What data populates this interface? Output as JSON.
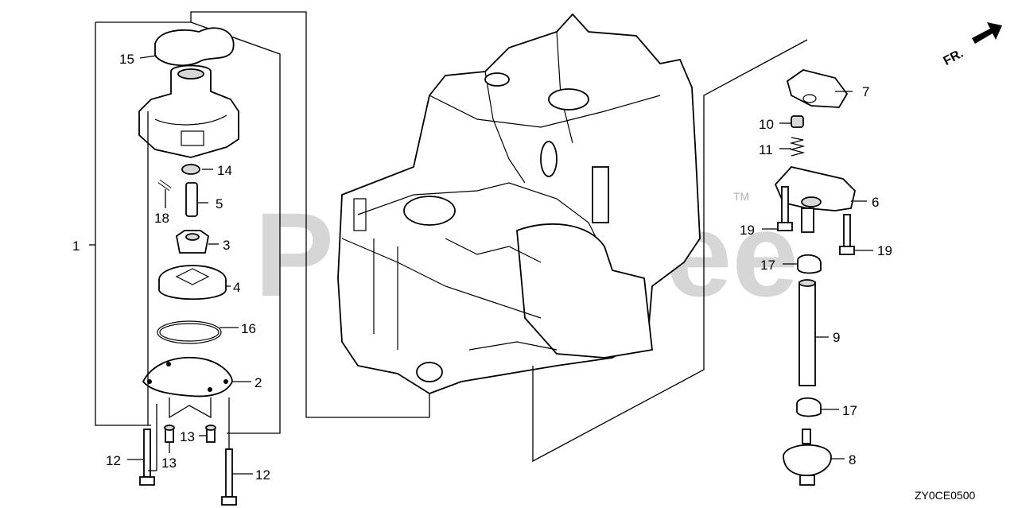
{
  "diagram": {
    "callouts": {
      "c1": "1",
      "c2": "2",
      "c3": "3",
      "c4": "4",
      "c5": "5",
      "c6": "6",
      "c7": "7",
      "c8": "8",
      "c9": "9",
      "c10": "10",
      "c11": "11",
      "c12a": "12",
      "c12b": "12",
      "c13a": "13",
      "c13b": "13",
      "c14": "14",
      "c15": "15",
      "c16": "16",
      "c17a": "17",
      "c17b": "17",
      "c18": "18",
      "c19a": "19",
      "c19b": "19"
    },
    "direction_label": "FR.",
    "diagram_code": "ZY0CE0500",
    "watermark": "PartsTree",
    "watermark_mark": "TM"
  }
}
